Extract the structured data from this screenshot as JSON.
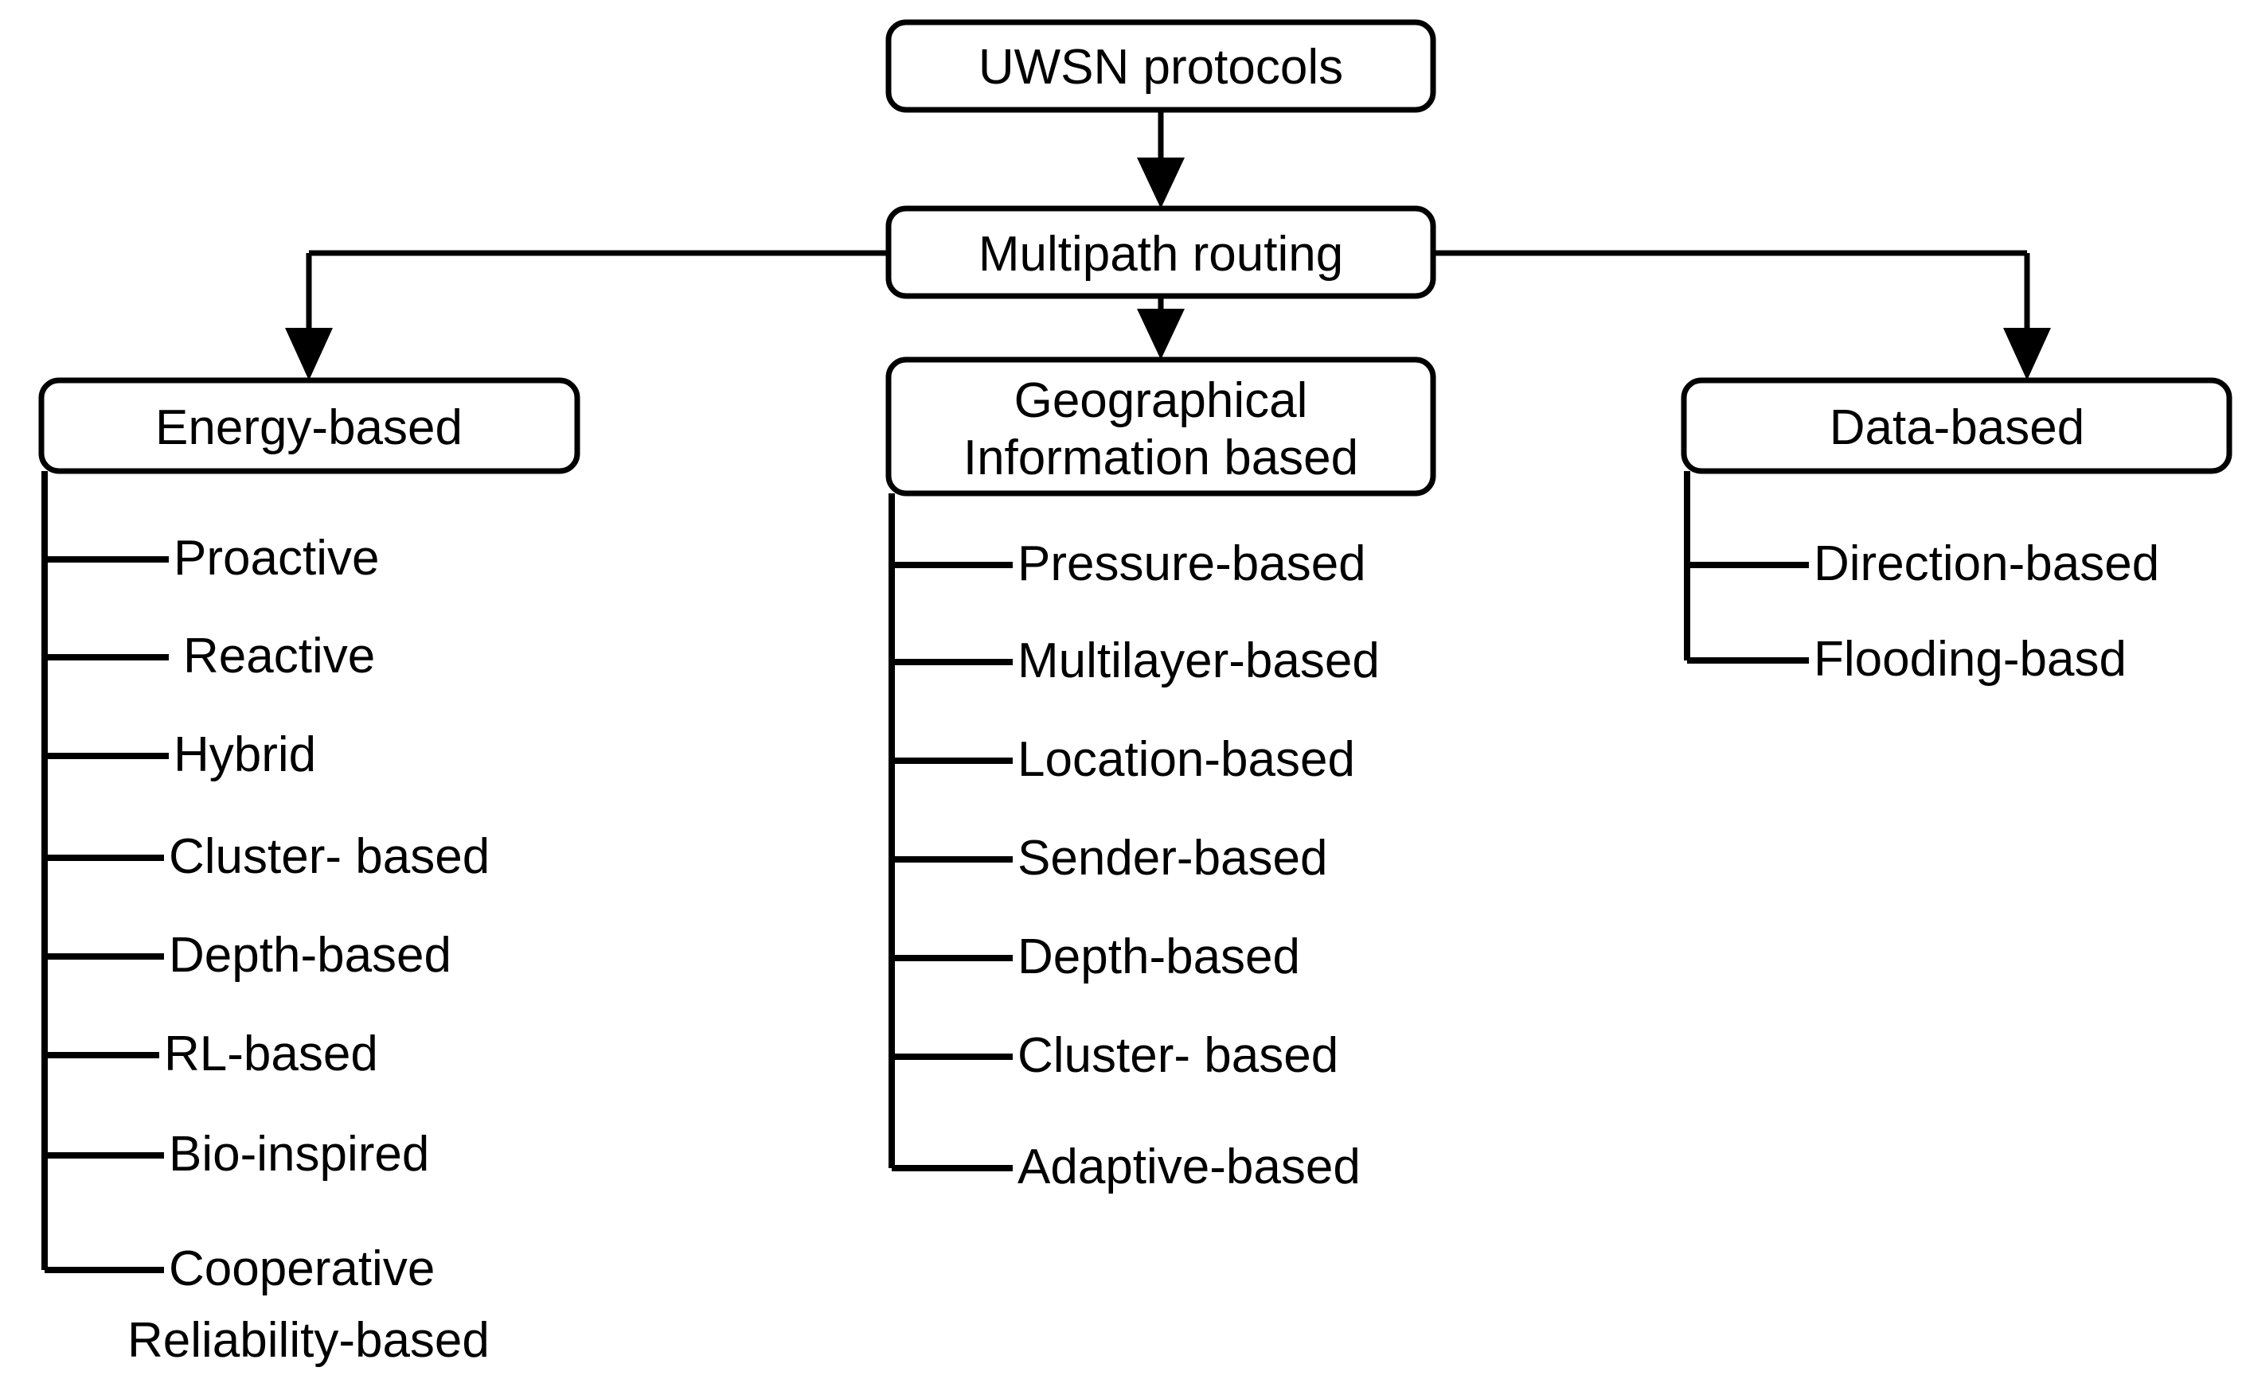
{
  "diagram": {
    "title_node": "UWSN protocols",
    "second_node": "Multipath routing",
    "branches": [
      {
        "id": "energy",
        "label": "Energy-based",
        "leaves": [
          "Proactive",
          "Reactive",
          "Hybrid",
          "Cluster- based",
          "Depth-based",
          "RL-based",
          "Bio-inspired",
          "Cooperative"
        ],
        "extra_line": "Reliability-based"
      },
      {
        "id": "geographical",
        "label_line1": "Geographical",
        "label_line2": "Information based",
        "leaves": [
          "Pressure-based",
          "Multilayer-based",
          "Location-based",
          "Sender-based",
          "Depth-based",
          "Cluster- based",
          "Adaptive-based"
        ]
      },
      {
        "id": "data",
        "label": "Data-based",
        "leaves": [
          "Direction-based",
          "Flooding-basd"
        ]
      }
    ],
    "colors": {
      "stroke": "#000000",
      "fill": "#ffffff",
      "text": "#000000"
    }
  }
}
